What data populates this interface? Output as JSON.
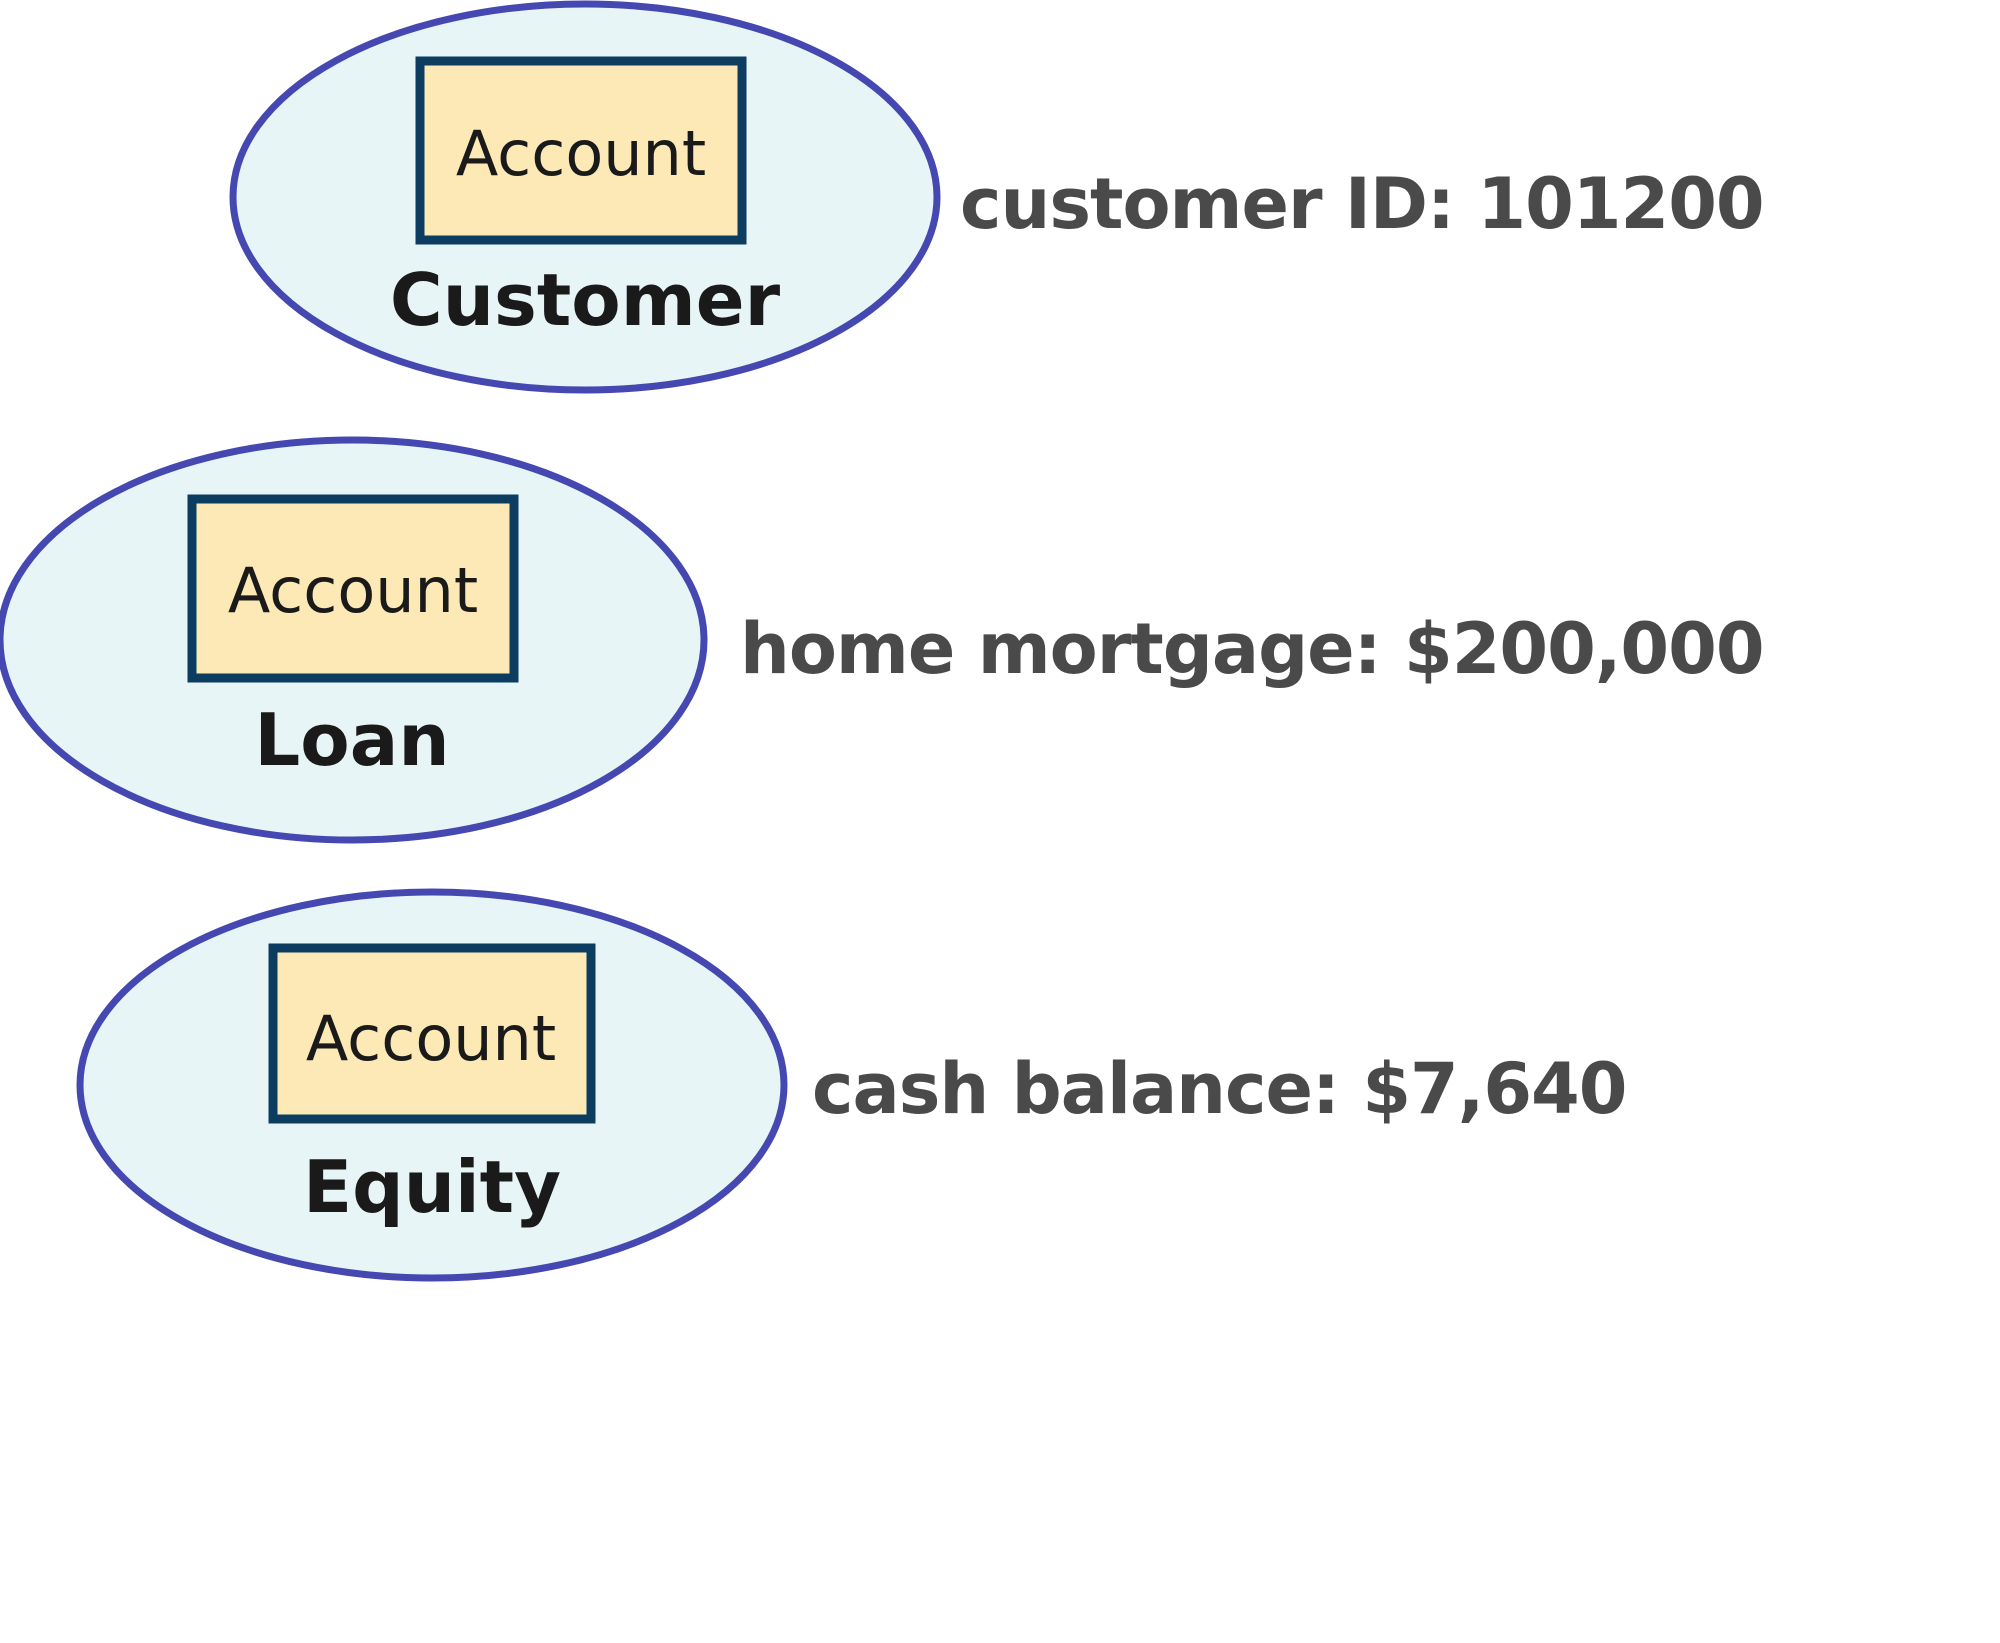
{
  "diagram": {
    "type": "er-diagram-account-entities",
    "background_color": "#ffffff",
    "palette": {
      "ellipse_fill": "#e8f5f7",
      "ellipse_stroke": "#4548b0",
      "rect_fill": "#fce9b6",
      "rect_stroke": "#0d3c61",
      "entity_text": "#1a1a1a",
      "attribute_text": "#1a1a1a",
      "annotation_text": "#4a4a4a"
    },
    "groups": [
      {
        "id": "customer",
        "entity_label": "Customer",
        "attribute_label": "Account",
        "annotation": "customer ID: 101200"
      },
      {
        "id": "loan",
        "entity_label": "Loan",
        "attribute_label": "Account",
        "annotation": "home mortgage: $200,000"
      },
      {
        "id": "equity",
        "entity_label": "Equity",
        "attribute_label": "Account",
        "annotation": "cash balance: $7,640"
      }
    ]
  }
}
